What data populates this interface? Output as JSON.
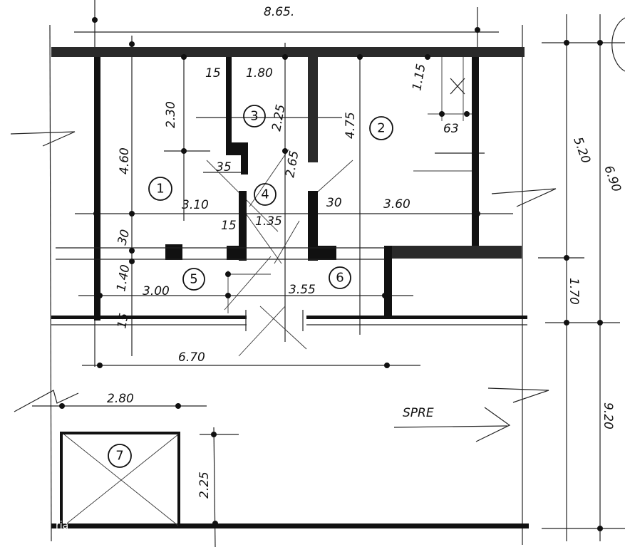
{
  "rooms": [
    "1",
    "2",
    "3",
    "4",
    "5",
    "6",
    "7"
  ],
  "dimensions": {
    "overall_width": "8.65.",
    "d_15_top": "15",
    "d_180": "1.80",
    "d_230": "2.30",
    "d_225_room3": "2.25",
    "d_475": "4.75",
    "d_115": "1.15",
    "d_63": "63",
    "d_460": "4.60",
    "d_35": "35",
    "d_265": "2.65",
    "d_310": "3.10",
    "d_30_right": "30",
    "d_360": "3.60",
    "d_15_mid": "15",
    "d_135": "1.35",
    "d_30_left": "30",
    "d_140": "1.40",
    "d_300": "3.00",
    "d_355": "3.55",
    "d_15_bottom": "15",
    "d_670": "6.70",
    "d_280": "2.80",
    "d_225_room7": "2.25",
    "d_520": "5.20",
    "d_690": "6.90",
    "d_170": "1.70",
    "d_920": "9.20"
  },
  "direction_label": "SPRE",
  "watermark": "ria"
}
